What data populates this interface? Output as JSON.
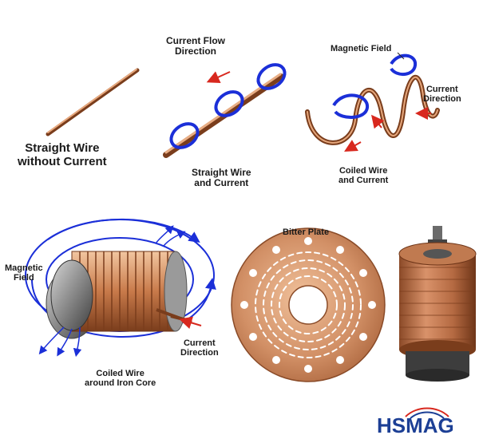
{
  "labels": {
    "straight_wire_no_current": "Straight Wire\nwithout Current",
    "current_flow_direction": "Current Flow\nDirection",
    "straight_wire_and_current": "Straight Wire\nand Current",
    "magnetic_field_top": "Magnetic Field",
    "current_direction_top": "Current\nDirection",
    "coiled_wire_and_current": "Coiled Wire\nand Current",
    "magnetic_field_left": "Magnetic\nField",
    "current_direction_bottom": "Current\nDirection",
    "coiled_wire_iron_core": "Coiled Wire\naround Iron Core",
    "bitter_plate": "Bitter Plate"
  },
  "logo": {
    "text": "HSMAG"
  },
  "colors": {
    "copper": "#c87a4a",
    "field_blue": "#1b2fd8",
    "arrow_red": "#d8281e",
    "logo_blue": "#1c3f95",
    "iron": "#8d8d8d"
  },
  "icons": [
    "straight-wire",
    "field-loop",
    "coil",
    "iron-core-solenoid",
    "bitter-plate",
    "bitter-magnet-stack"
  ]
}
